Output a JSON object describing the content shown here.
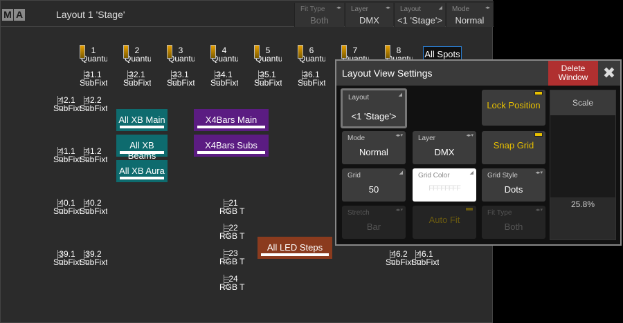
{
  "header": {
    "logo": [
      "M",
      "A"
    ],
    "title": "Layout 1 'Stage'",
    "buttons": [
      {
        "label": "Fit Type",
        "value": "Both"
      },
      {
        "label": "Layer",
        "value": "DMX"
      },
      {
        "label": "Layout",
        "value": "<1 'Stage'>"
      },
      {
        "label": "Mode",
        "value": "Normal"
      }
    ]
  },
  "canvas": {
    "quantums": [
      {
        "num": "1",
        "name": "Quantum"
      },
      {
        "num": "2",
        "name": "Quantum"
      },
      {
        "num": "3",
        "name": "Quantum"
      },
      {
        "num": "4",
        "name": "Quantum"
      },
      {
        "num": "5",
        "name": "Quantum"
      },
      {
        "num": "6",
        "name": "Quantum"
      },
      {
        "num": "7",
        "name": "Quantum"
      },
      {
        "num": "8",
        "name": "Quantum"
      }
    ],
    "subfixtures_top": [
      {
        "num": "31.1",
        "name": "SubFixture"
      },
      {
        "num": "32.1",
        "name": "SubFixture"
      },
      {
        "num": "33.1",
        "name": "SubFixture"
      },
      {
        "num": "34.1",
        "name": "SubFixture"
      },
      {
        "num": "35.1",
        "name": "SubFixture"
      },
      {
        "num": "36.1",
        "name": "SubFixture"
      }
    ],
    "subfixtures_left": [
      {
        "num": "42.1",
        "name": "SubFixture"
      },
      {
        "num": "42.2",
        "name": "SubFixture"
      },
      {
        "num": "41.1",
        "name": "SubFixture"
      },
      {
        "num": "41.2",
        "name": "SubFixture"
      },
      {
        "num": "40.1",
        "name": "SubFixture"
      },
      {
        "num": "40.2",
        "name": "SubFixture"
      },
      {
        "num": "39.1",
        "name": "SubFixture"
      },
      {
        "num": "39.2",
        "name": "SubFixture"
      }
    ],
    "subfixtures_right": [
      {
        "num": "46.2",
        "name": "SubFixture"
      },
      {
        "num": "46.1",
        "name": "SubFixture"
      }
    ],
    "rgb": [
      {
        "num": "21",
        "name": "RGB T"
      },
      {
        "num": "22",
        "name": "RGB T"
      },
      {
        "num": "23",
        "name": "RGB T"
      },
      {
        "num": "24",
        "name": "RGB T"
      }
    ],
    "groups": {
      "xb_main": "All XB Main",
      "xb_beams": "All XB Beams",
      "xb_aura": "All XB Aura",
      "x4_main": "X4Bars Main",
      "x4_subs": "X4Bars Subs",
      "led_steps": "All LED Steps",
      "all_spots": "All Spots"
    }
  },
  "dialog": {
    "title": "Layout View Settings",
    "delete_label": "Delete Window",
    "close_icon": "✖",
    "layout": {
      "label": "Layout",
      "value": "<1 'Stage'>"
    },
    "lock_position": "Lock Position",
    "mode": {
      "label": "Mode",
      "value": "Normal"
    },
    "layer": {
      "label": "Layer",
      "value": "DMX"
    },
    "snap_grid": "Snap Grid",
    "grid": {
      "label": "Grid",
      "value": "50"
    },
    "grid_color": {
      "label": "Grid Color",
      "value": "FFFFFFFF"
    },
    "grid_style": {
      "label": "Grid Style",
      "value": "Dots"
    },
    "stretch": {
      "label": "Stretch",
      "value": "Bar"
    },
    "auto_fit": "Auto Fit",
    "fit_type": {
      "label": "Fit Type",
      "value": "Both"
    },
    "scale": {
      "title": "Scale",
      "value": "25.8%"
    }
  },
  "colors": {
    "accent_yellow": "#e8c000",
    "delete_red": "#b03030",
    "teal_group": "#0e6b6e",
    "purple_group": "#5b1c82",
    "brown_group": "#8b3b1e"
  }
}
